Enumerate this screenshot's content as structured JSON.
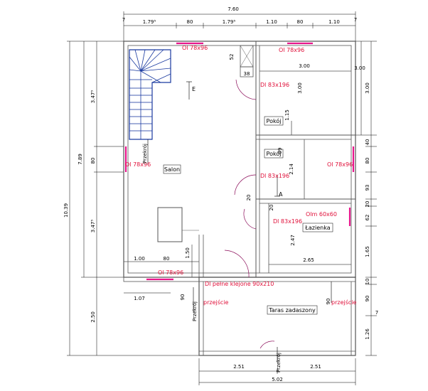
{
  "dims": {
    "total_width": "7.60",
    "top_1": "1.79⁵",
    "top_2": "80",
    "top_3": "1.79⁵",
    "top_4": "1.10",
    "top_5": "80",
    "top_6": "1.10",
    "left_total": "10.39",
    "left_main": "7.89",
    "left_1": "3.47⁵",
    "left_2": "80",
    "left_3": "3.47⁵",
    "left_4": "2.50",
    "right_1": "3.00",
    "right_2": "40",
    "right_3": "80",
    "right_4": "93",
    "right_5": "20",
    "right_6": "62",
    "right_7": "1.65",
    "right_8": "10",
    "right_9": "90",
    "right_10": "1.26",
    "bot_1": "2.51",
    "bot_2": "2.51",
    "bot_total": "5.02",
    "low_1": "1.00",
    "low_2": "80",
    "low_3": "1.50",
    "low_4": "1.07",
    "low_5": "90",
    "low_6": "90",
    "in_52": "52",
    "in_38": "38",
    "in_300h": "3.00",
    "in_300v": "3.00",
    "in_115": "1.15",
    "in_214": "2.14",
    "in_247": "2.47",
    "in_265": "2.65",
    "in_20a": "20",
    "in_20b": "20",
    "in_99": "99",
    "in_7a": "7",
    "in_7b": "7",
    "in_7c": "7"
  },
  "openings": {
    "ol_top_left": "Ol 78x96",
    "ol_top_right": "Ol 78x96",
    "ol_left": "Ol 78x96",
    "ol_right": "Ol 78x96",
    "ol_bottom": "Ol 78x96",
    "dl_1": "Dl 83x196",
    "dl_2": "Dl 83x196",
    "dl_3": "Dl 83x196",
    "olm": "Olm 60x60",
    "door_full": "Dl pełne klejone 90x210"
  },
  "rooms": {
    "salon": "Salon",
    "pokoj_1": "Pokój",
    "pokoj_2": "Pokój",
    "lazienka": "Łazienka",
    "taras": "Taras zadaszony"
  },
  "annotations": {
    "przekroj_1": "Przekrój",
    "przekroj_2": "Przekrój",
    "przekroj_3": "Przekrój",
    "przejscie_1": "przejście",
    "przejscie_2": "przejście",
    "section_a": "A",
    "section_e": "E"
  },
  "colors": {
    "wall": "#555555",
    "window": "#e8168c",
    "red_text": "#e0103a",
    "stairs": "#1a3aa0"
  }
}
